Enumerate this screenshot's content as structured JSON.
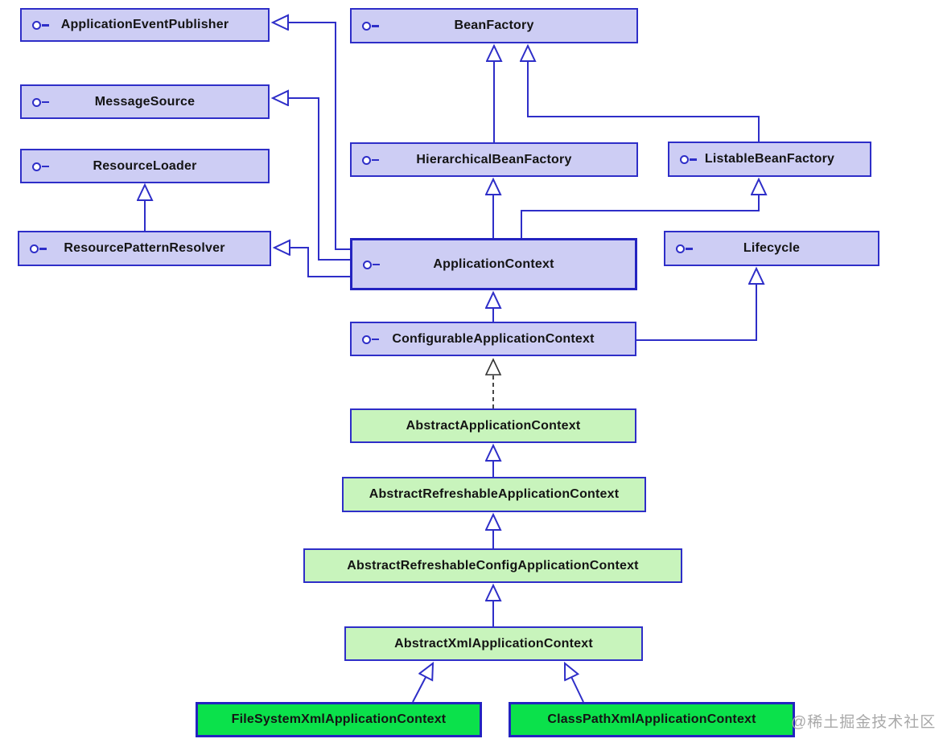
{
  "watermark": "@稀土掘金技术社区",
  "colors": {
    "interface_fill": "#cdcdf4",
    "abstract_class_fill": "#c8f4bc",
    "concrete_class_fill": "#0be14b",
    "border_blue": "#2e2ec8",
    "line_blue": "#2e2ec8",
    "realization_line": "#333333",
    "label_text": "#141414",
    "watermark_gray": "#a9a9a9"
  },
  "nodes": {
    "application_event_publisher": {
      "label": "ApplicationEventPublisher",
      "kind": "interface"
    },
    "bean_factory": {
      "label": "BeanFactory",
      "kind": "interface"
    },
    "message_source": {
      "label": "MessageSource",
      "kind": "interface"
    },
    "resource_loader": {
      "label": "ResourceLoader",
      "kind": "interface"
    },
    "hierarchical_bean_factory": {
      "label": "HierarchicalBeanFactory",
      "kind": "interface"
    },
    "listable_bean_factory": {
      "label": "ListableBeanFactory",
      "kind": "interface"
    },
    "resource_pattern_resolver": {
      "label": "ResourcePatternResolver",
      "kind": "interface"
    },
    "application_context": {
      "label": "ApplicationContext",
      "kind": "interface"
    },
    "lifecycle": {
      "label": "Lifecycle",
      "kind": "interface"
    },
    "configurable_application_context": {
      "label": "ConfigurableApplicationContext",
      "kind": "interface"
    },
    "abstract_application_context": {
      "label": "AbstractApplicationContext",
      "kind": "abstract-class"
    },
    "abstract_refreshable_application_context": {
      "label": "AbstractRefreshableApplicationContext",
      "kind": "abstract-class"
    },
    "abstract_refreshable_config_application_context": {
      "label": "AbstractRefreshableConfigApplicationContext",
      "kind": "abstract-class"
    },
    "abstract_xml_application_context": {
      "label": "AbstractXmlApplicationContext",
      "kind": "abstract-class"
    },
    "file_system_xml_application_context": {
      "label": "FileSystemXmlApplicationContext",
      "kind": "concrete-class"
    },
    "class_path_xml_application_context": {
      "label": "ClassPathXmlApplicationContext",
      "kind": "concrete-class"
    }
  },
  "relationships": [
    {
      "from": "HierarchicalBeanFactory",
      "to": "BeanFactory",
      "type": "extends"
    },
    {
      "from": "ListableBeanFactory",
      "to": "BeanFactory",
      "type": "extends"
    },
    {
      "from": "ResourcePatternResolver",
      "to": "ResourceLoader",
      "type": "extends"
    },
    {
      "from": "ApplicationContext",
      "to": "ApplicationEventPublisher",
      "type": "extends"
    },
    {
      "from": "ApplicationContext",
      "to": "MessageSource",
      "type": "extends"
    },
    {
      "from": "ApplicationContext",
      "to": "ResourcePatternResolver",
      "type": "extends"
    },
    {
      "from": "ApplicationContext",
      "to": "HierarchicalBeanFactory",
      "type": "extends"
    },
    {
      "from": "ApplicationContext",
      "to": "ListableBeanFactory",
      "type": "extends"
    },
    {
      "from": "ConfigurableApplicationContext",
      "to": "ApplicationContext",
      "type": "extends"
    },
    {
      "from": "ConfigurableApplicationContext",
      "to": "Lifecycle",
      "type": "extends"
    },
    {
      "from": "AbstractApplicationContext",
      "to": "ConfigurableApplicationContext",
      "type": "implements"
    },
    {
      "from": "AbstractRefreshableApplicationContext",
      "to": "AbstractApplicationContext",
      "type": "extends"
    },
    {
      "from": "AbstractRefreshableConfigApplicationContext",
      "to": "AbstractRefreshableApplicationContext",
      "type": "extends"
    },
    {
      "from": "AbstractXmlApplicationContext",
      "to": "AbstractRefreshableConfigApplicationContext",
      "type": "extends"
    },
    {
      "from": "FileSystemXmlApplicationContext",
      "to": "AbstractXmlApplicationContext",
      "type": "extends"
    },
    {
      "from": "ClassPathXmlApplicationContext",
      "to": "AbstractXmlApplicationContext",
      "type": "extends"
    }
  ]
}
